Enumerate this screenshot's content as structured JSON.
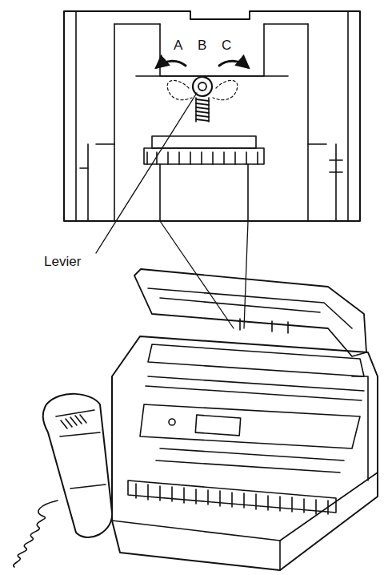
{
  "diagram": {
    "labels": [
      "A",
      "B",
      "C",
      "Levier"
    ]
  }
}
